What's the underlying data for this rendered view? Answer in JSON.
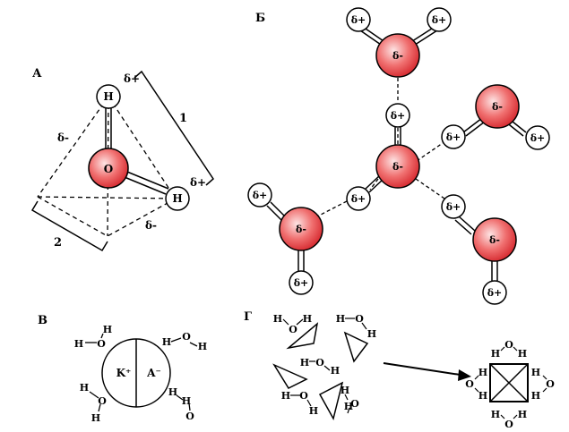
{
  "panels": {
    "a": {
      "label": "А",
      "oxygen": "O",
      "hydrogen": "H",
      "delta_plus": "δ+",
      "delta_minus": "δ-",
      "dim1": "1",
      "dim2": "2"
    },
    "b": {
      "label": "Б",
      "delta_plus": "δ+",
      "delta_minus": "δ-"
    },
    "c": {
      "label": "В",
      "cation": "K⁺",
      "anion": "A⁻",
      "h": "H",
      "o": "O"
    },
    "d": {
      "label": "Г",
      "h": "H",
      "o": "O"
    }
  },
  "colors": {
    "oxygen_fill_center": "#fde4e4",
    "oxygen_fill_edge": "#e0363a",
    "stroke": "#000000"
  }
}
